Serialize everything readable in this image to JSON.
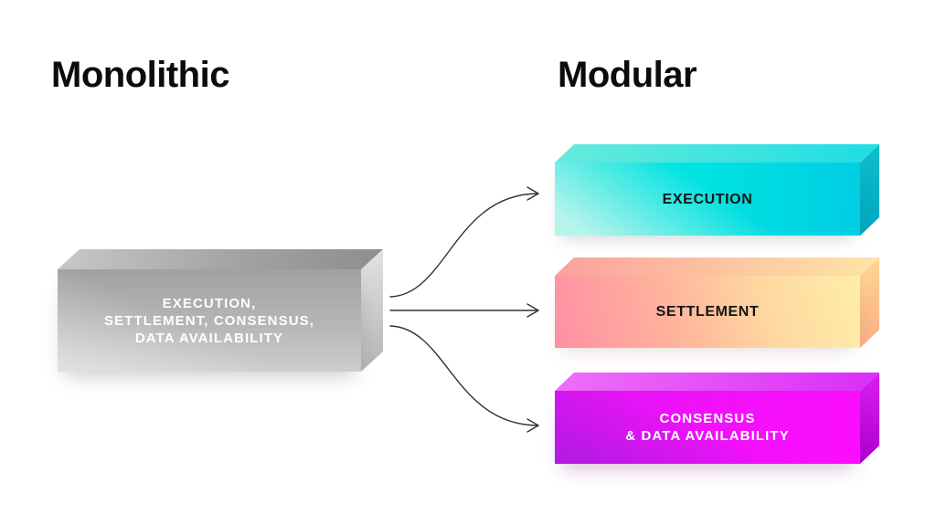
{
  "headings": {
    "monolithic": "Monolithic",
    "modular": "Modular"
  },
  "monolithic_box": {
    "label_lines": [
      "EXECUTION,",
      "SETTLEMENT, CONSENSUS,",
      "DATA AVAILABILITY"
    ]
  },
  "modular_boxes": [
    {
      "id": "execution-layer",
      "label": "EXECUTION"
    },
    {
      "id": "settlement-layer",
      "label": "SETTLEMENT"
    },
    {
      "id": "consensus-da-layer",
      "label_lines": [
        "CONSENSUS",
        "& DATA AVAILABILITY"
      ]
    }
  ],
  "arrows": [
    {
      "from": "monolithic-box",
      "to": "execution-layer",
      "shape": "s-curve-up"
    },
    {
      "from": "monolithic-box",
      "to": "settlement-layer",
      "shape": "straight"
    },
    {
      "from": "monolithic-box",
      "to": "consensus-da-layer",
      "shape": "s-curve-down"
    }
  ],
  "colors": {
    "heading_text": "#0c0c0c",
    "arrow_stroke": "#333333",
    "label_dark": "#141414",
    "label_light": "#ffffff",
    "mono_front_a": "#a1a1a1",
    "mono_front_b": "#cdcdcd",
    "mono_top_a": "#c8c8c8",
    "mono_top_b": "#8e8e8e",
    "mono_side_a": "#e3e3e3",
    "mono_side_b": "#b3b3b3",
    "exec_front_a": "#b7f4ea",
    "exec_front_b": "#00e3e1",
    "exec_front_c": "#00cee4",
    "exec_top_a": "#67ebdc",
    "exec_top_b": "#1edde4",
    "exec_side_a": "#12becd",
    "exec_side_b": "#00a6bf",
    "settle_front_a": "#ff8fa4",
    "settle_front_b": "#ffb39c",
    "settle_front_c": "#ffd9a0",
    "settle_front_d": "#ffedaa",
    "settle_top_a": "#fba19c",
    "settle_top_b": "#ffe5a6",
    "settle_side_a": "#ffd694",
    "settle_side_b": "#f9ad85",
    "cons_front_b": "#e315f5",
    "cons_front_c": "#fd0dff",
    "cons_front_shadow": "#a92be1",
    "cons_top_a": "#ee6ff8",
    "cons_top_b": "#d92ff8",
    "cons_side_a": "#d81ff0",
    "cons_side_b": "#ae00cf",
    "background": "#ffffff"
  }
}
